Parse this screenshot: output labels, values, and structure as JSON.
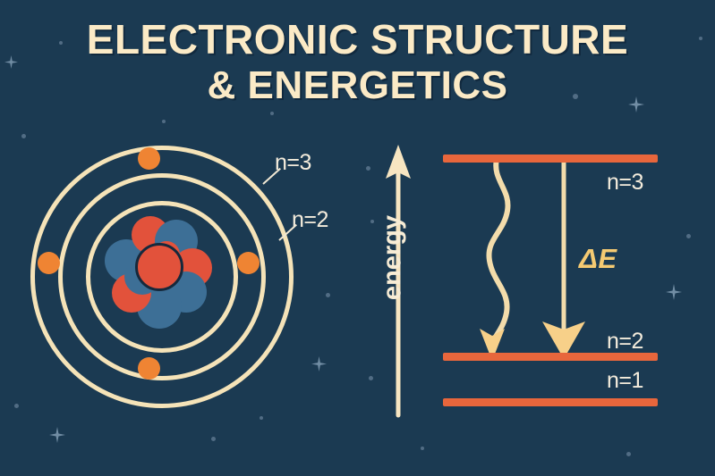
{
  "page": {
    "background_color": "#1b3a52",
    "title_color": "#fbeac6",
    "accent_orange": "#ef8433",
    "level_bar_color": "#e8663c",
    "orbit_color": "#f5e3b8",
    "proton_color": "#e2523b",
    "neutron_color": "#3d6f96",
    "arrow_color": "#f5e3b8",
    "delta_e_color": "#f5ca72"
  },
  "title": {
    "line1": "ELECTRONIC STRUCTURE",
    "line2": "& ENERGETICS"
  },
  "atom": {
    "caption_n3": "n=3",
    "caption_n2": "n=2",
    "shell_count": 3,
    "electron_count": 4,
    "nucleus": {
      "proton_count": 5,
      "neutron_count": 6
    }
  },
  "energy_diagram": {
    "axis_label": "energy",
    "delta_label": "ΔE",
    "levels": [
      {
        "id": "n3",
        "label": "n=3"
      },
      {
        "id": "n2",
        "label": "n=2"
      },
      {
        "id": "n1",
        "label": "n=1"
      }
    ],
    "transitions": [
      {
        "id": "photon-wave",
        "from": "n3",
        "to": "n2",
        "style": "wavy"
      },
      {
        "id": "delta-e-drop",
        "from": "n3",
        "to": "n2",
        "style": "straight"
      }
    ]
  },
  "chart_data": {
    "type": "diagram",
    "title": "ELECTRONIC STRUCTURE & ENERGETICS",
    "ylabel": "energy",
    "categories": [
      "n=1",
      "n=2",
      "n=3"
    ],
    "values": [
      0,
      1,
      2
    ],
    "annotations": [
      "ΔE"
    ],
    "grid": false
  }
}
